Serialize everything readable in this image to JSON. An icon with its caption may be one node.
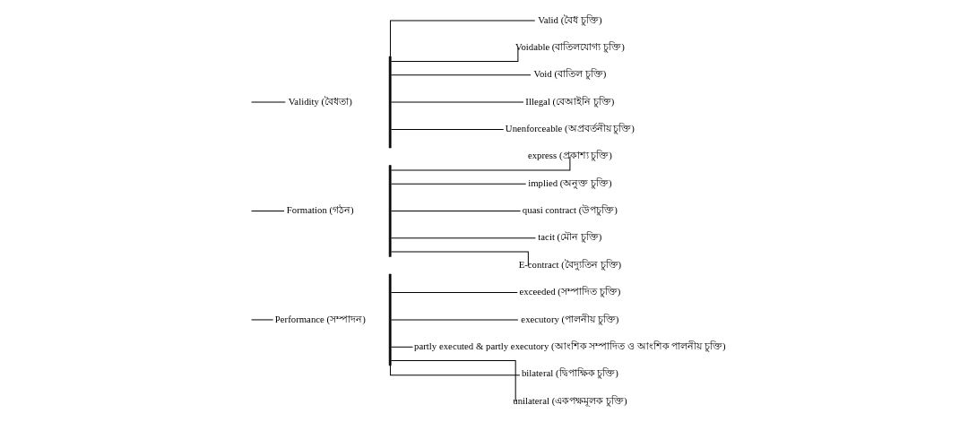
{
  "diagram": {
    "nodes": [
      {
        "text": [
          "Validity (বৈধতা)"
        ]
      },
      {
        "text": [
          "Formation (গঠন)"
        ]
      },
      {
        "text": [
          "Performance (সম্পাদন)"
        ]
      },
      {
        "text": [],
        "shape": "bar"
      },
      {
        "text": [
          "Valid (বৈধ চুক্তি)"
        ]
      },
      {
        "text": [
          "Voidable (বাতিলযোগ্য চুক্তি)"
        ]
      },
      {
        "text": [
          "Void (বাতিল চুক্তি)"
        ]
      },
      {
        "text": [
          "Illegal (বেআইনি চুক্তি)"
        ]
      },
      {
        "text": [
          "Unenforceable (অপ্রবর্তনীয় চুক্তি)"
        ]
      },
      {
        "text": [],
        "shape": "bar"
      },
      {
        "text": [
          "express (প্রকাশ্য চুক্তি)"
        ]
      },
      {
        "text": [
          "implied (অনুক্ত চুক্তি)"
        ]
      },
      {
        "text": [
          "quasi contract (উপচুক্তি)"
        ]
      },
      {
        "text": [
          "tacit (মৌন চুক্তি)"
        ]
      },
      {
        "text": [
          "E-contract (বৈদ্যুতিন চুক্তি)"
        ]
      },
      {
        "text": [],
        "shape": "bar"
      },
      {
        "text": [
          "exceeded (সম্পাদিত চুক্তি)"
        ]
      },
      {
        "text": [
          "executory (পালনীয় চুক্তি)"
        ]
      },
      {
        "text": [
          "partly executed & partly executory (আংশিক সম্পাদিত ও আংশিক পালনীয় চুক্তি)"
        ]
      },
      {
        "text": [
          "bilateral (দ্বিপাক্ষিক চুক্তি)"
        ]
      },
      {
        "text": [
          "unilateral (একপক্ষমূলক চুক্তি)"
        ]
      }
    ],
    "edges": [
      {
        "from": null,
        "to": 0,
        "arrow": "none"
      },
      {
        "from": null,
        "to": 1,
        "arrow": "none"
      },
      {
        "from": null,
        "to": 2,
        "arrow": "none"
      },
      {
        "from": 3,
        "to": 4,
        "arrow": "none"
      },
      {
        "from": 3,
        "to": 5,
        "arrow": "none"
      },
      {
        "from": 3,
        "to": 6,
        "arrow": "none"
      },
      {
        "from": 3,
        "to": 7,
        "arrow": "none"
      },
      {
        "from": 3,
        "to": 8,
        "arrow": "none"
      },
      {
        "from": 9,
        "to": 10,
        "arrow": "none"
      },
      {
        "from": 9,
        "to": 11,
        "arrow": "none"
      },
      {
        "from": 9,
        "to": 12,
        "arrow": "none"
      },
      {
        "from": 9,
        "to": 13,
        "arrow": "none"
      },
      {
        "from": 9,
        "to": 14,
        "arrow": "none"
      },
      {
        "from": 15,
        "to": 16,
        "arrow": "none"
      },
      {
        "from": 15,
        "to": 17,
        "arrow": "none"
      },
      {
        "from": 15,
        "to": 18,
        "arrow": "none"
      },
      {
        "from": 15,
        "to": 19,
        "arrow": "none"
      },
      {
        "from": 15,
        "to": 20,
        "arrow": "none"
      }
    ]
  }
}
